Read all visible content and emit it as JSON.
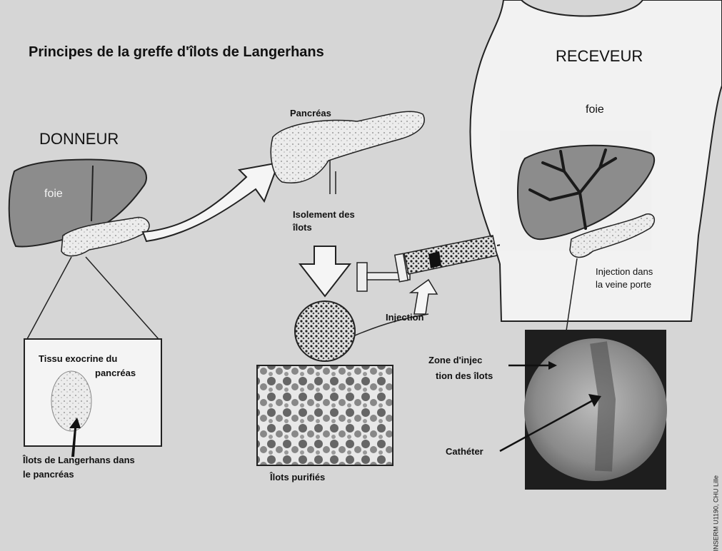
{
  "title": "Principes de la greffe d'îlots de Langerhans",
  "labels": {
    "donneur": "DONNEUR",
    "receveur": "RECEVEUR",
    "foie_donneur": "foie",
    "foie_receveur": "foie",
    "pancreas": "Pancréas",
    "isolement_line1": "Isolement des",
    "isolement_line2": "îlots",
    "injection": "Injection",
    "injection_porte_line1": "Injection dans",
    "injection_porte_line2": "la veine porte",
    "tissu_line1": "Tissu exocrine du",
    "tissu_line2": "pancréas",
    "ilots_line1": "Îlots de Langerhans dans",
    "ilots_line2": "le pancréas",
    "ilots_purifies": "Îlots purifiés",
    "zone_line1": "Zone d'injec",
    "zone_line2": "tion des îlots",
    "catheter": "Cathéter"
  },
  "credit": "INSERM U1190, CHU Lille",
  "colors": {
    "background": "#d6d6d6",
    "organ": "#8c8c8c",
    "pancreas": "#ececec",
    "outline": "#222222",
    "xray": "#6a6a6a"
  }
}
